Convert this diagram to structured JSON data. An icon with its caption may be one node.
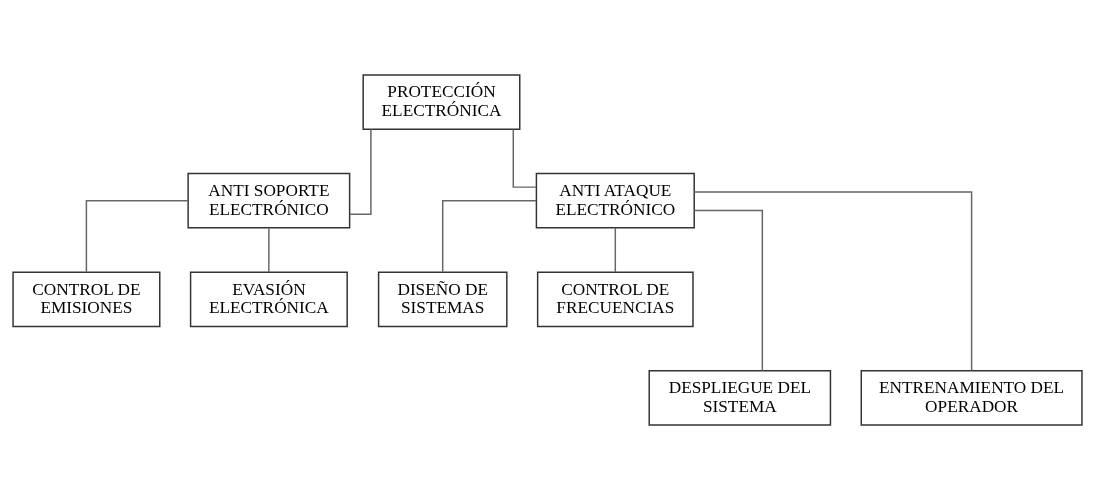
{
  "diagram": {
    "nodes": [
      {
        "text": [
          "PROTECCIÓN ELECTRÓNICA"
        ]
      },
      {
        "text": [
          "ANTI SOPORTE ELECTRÓNICO"
        ]
      },
      {
        "text": [
          "ANTI ATAQUE ELECTRÓNICO"
        ]
      },
      {
        "text": [
          "CONTROL DE EMISIONES"
        ]
      },
      {
        "text": [
          "EVASIÓN ELECTRÓNICA"
        ]
      },
      {
        "text": [
          "DISEÑO DE SISTEMAS"
        ]
      },
      {
        "text": [
          "CONTROL DE FRECUENCIAS"
        ]
      },
      {
        "text": [
          "DESPLIEGUE DEL SISTEMA"
        ]
      },
      {
        "text": [
          "ENTRENAMIENTO DEL OPERADOR"
        ]
      }
    ],
    "edges": [
      {
        "from": 0,
        "to": 1,
        "arrow": "none"
      },
      {
        "from": 0,
        "to": 2,
        "arrow": "none"
      },
      {
        "from": 1,
        "to": 3,
        "arrow": "none"
      },
      {
        "from": 1,
        "to": 4,
        "arrow": "none"
      },
      {
        "from": 2,
        "to": 5,
        "arrow": "none"
      },
      {
        "from": 2,
        "to": 6,
        "arrow": "none"
      },
      {
        "from": 2,
        "to": 7,
        "arrow": "none"
      },
      {
        "from": 2,
        "to": 8,
        "arrow": "none"
      }
    ]
  }
}
